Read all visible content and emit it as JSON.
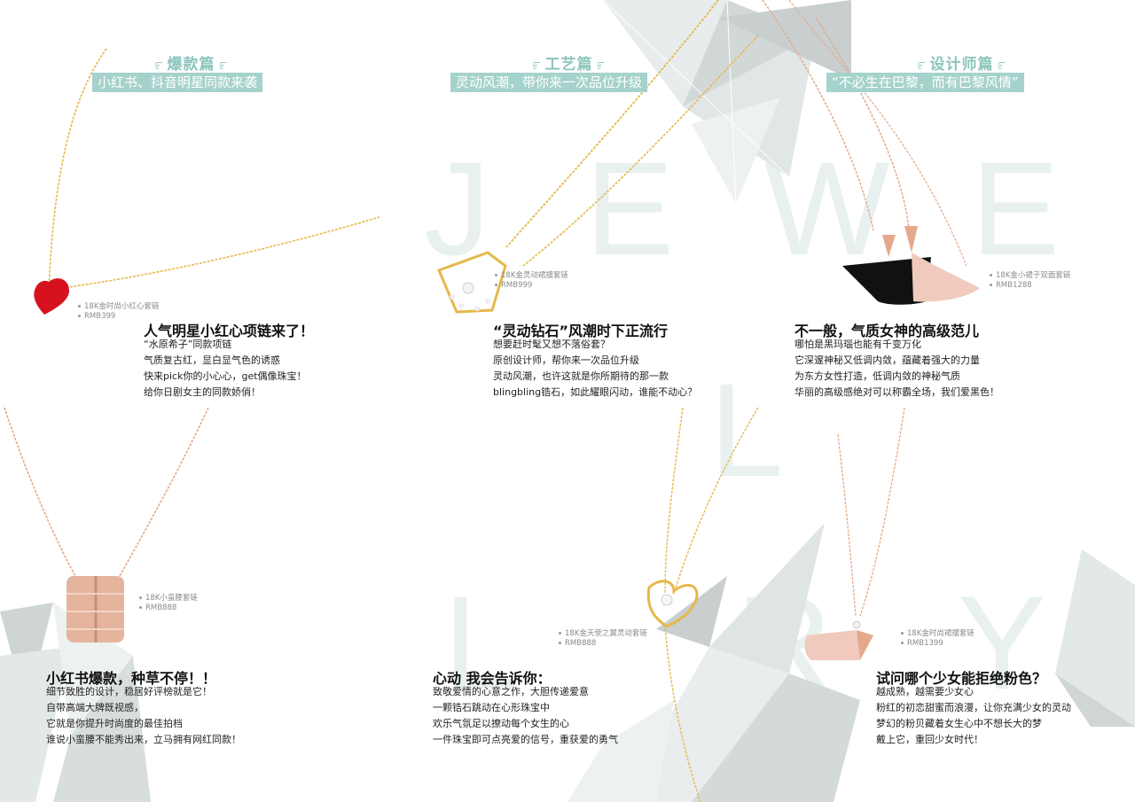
{
  "background_letters": [
    "J",
    "E",
    "W",
    "E",
    "L",
    "L",
    "R",
    "Y"
  ],
  "colors": {
    "accent": "#a5d2cb",
    "accent_text": "#8cc6bd",
    "gold": "#e5b84a",
    "rose_gold": "#e4a98c",
    "red_heart": "#d6121e"
  },
  "sections": [
    {
      "title": "爆款篇",
      "banner": "小红书、抖音明星同款来袭"
    },
    {
      "title": "工艺篇",
      "banner": "灵动风潮，带你来一次品位升级"
    },
    {
      "title": "设计师篇",
      "banner": "“不必生在巴黎，而有巴黎风情”"
    }
  ],
  "products": [
    {
      "tag_name": "18K金时尚小红心套链",
      "tag_price": "RMB399",
      "headline": "人气明星小红心项链来了！",
      "lines": [
        "“水原希子”同款项链",
        "气质复古红，显白显气色的诱惑",
        "快来pick你的小心心，get偶像珠宝！",
        "给你日剧女主的同款娇俏！"
      ]
    },
    {
      "tag_name": "18K金灵动裙摆套链",
      "tag_price": "RMB999",
      "headline": "“灵动钻石”风潮时下正流行",
      "lines": [
        "想要赶时髦又想不落俗套？",
        "原创设计师，帮你来一次品位升级",
        "灵动风潮，也许这就是你所期待的那一款",
        "blingbling锆石，如此耀眼闪动，谁能不动心？"
      ]
    },
    {
      "tag_name": "18K金小裙子双面套链",
      "tag_price": "RMB1288",
      "headline": "不一般，气质女神的高级范儿",
      "lines": [
        "哪怕是黑玛瑙也能有千变万化",
        "它深邃神秘又低调内敛，蕴藏着强大的力量",
        "为东方女性打造，低调内敛的神秘气质",
        "华丽的高级感绝对可以称霸全场，我们爱黑色！"
      ]
    },
    {
      "tag_name": "18K小蛮腰套链",
      "tag_price": "RMB888",
      "headline": "小红书爆款，种草不停！！",
      "lines": [
        "细节致胜的设计，稳居好评榜就是它！",
        "自带高端大牌既视感，",
        "它就是你提升时尚度的最佳拍档",
        "谁说小蛮腰不能秀出来，立马拥有网红同款！"
      ]
    },
    {
      "tag_name": "18K金天使之翼灵动套链",
      "tag_price": "RMB888",
      "headline": "心动 我会告诉你：",
      "lines": [
        "致敬爱情的心意之作，大胆传递爱意",
        "一颗锆石跳动在心形珠宝中",
        "欢乐气氛足以撩动每个女生的心",
        "一件珠宝即可点亮爱的信号，重获爱的勇气"
      ]
    },
    {
      "tag_name": "18K金时尚裙摆套链",
      "tag_price": "RMB1399",
      "headline": "试问哪个少女能拒绝粉色？",
      "lines": [
        "越成熟，越需要少女心",
        "粉红的初恋甜蜜而浪漫，让你充满少女的灵动",
        "梦幻的粉贝藏着女生心中不想长大的梦",
        "戴上它，重回少女时代！"
      ]
    }
  ]
}
